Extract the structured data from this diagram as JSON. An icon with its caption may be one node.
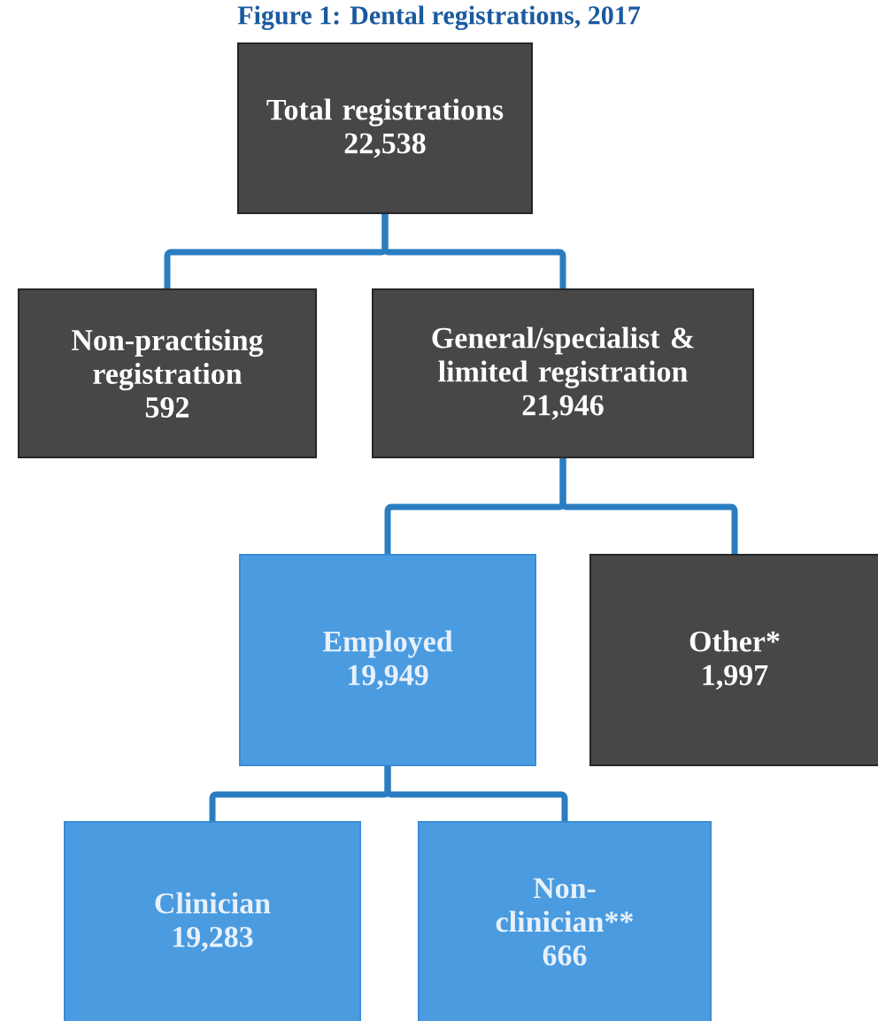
{
  "diagram": {
    "title": "Figure 1: Dental registrations, 2017",
    "nodes": [
      {
        "text": [
          "Total registrations",
          "22,538"
        ]
      },
      {
        "text": [
          "Non-practising registration",
          "592"
        ]
      },
      {
        "text": [
          "General/specialist & limited registration",
          "21,946"
        ]
      },
      {
        "text": [
          "Employed",
          "19,949"
        ]
      },
      {
        "text": [
          "Other*",
          "1,997"
        ]
      },
      {
        "text": [
          "Clinician",
          "19,283"
        ]
      },
      {
        "text": [
          "Non-clinician**",
          "666"
        ]
      }
    ],
    "edges": [
      {
        "from": 0,
        "to": 1,
        "arrow": "none"
      },
      {
        "from": 0,
        "to": 2,
        "arrow": "none"
      },
      {
        "from": 2,
        "to": 3,
        "arrow": "none"
      },
      {
        "from": 2,
        "to": 4,
        "arrow": "none"
      },
      {
        "from": 3,
        "to": 5,
        "arrow": "none"
      },
      {
        "from": 3,
        "to": 6,
        "arrow": "none"
      }
    ]
  }
}
